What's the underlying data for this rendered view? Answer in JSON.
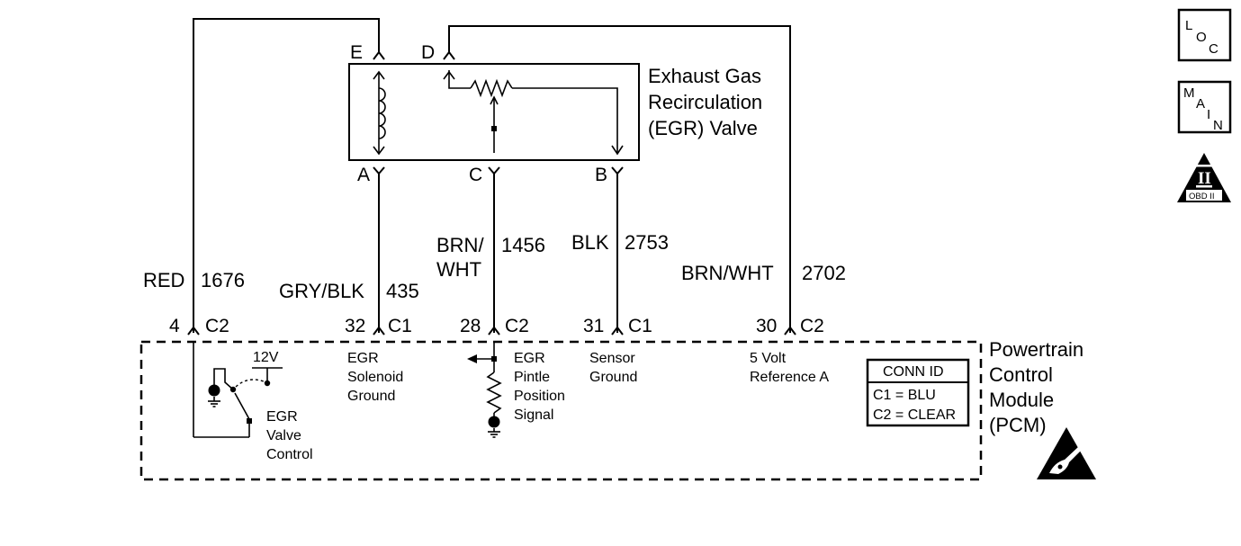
{
  "component": {
    "name_lines": [
      "Exhaust Gas",
      "Recirculation",
      "(EGR) Valve"
    ]
  },
  "valve_pins": {
    "E": "E",
    "D": "D",
    "A": "A",
    "C": "C",
    "B": "B"
  },
  "wires": [
    {
      "color": "RED",
      "circuit": "1676"
    },
    {
      "color": "GRY/BLK",
      "circuit": "435"
    },
    {
      "color_lines": [
        "BRN/",
        "WHT"
      ],
      "circuit": "1456"
    },
    {
      "color": "BLK",
      "circuit": "2753"
    },
    {
      "color": "BRN/WHT",
      "circuit": "2702"
    }
  ],
  "pcm_pins": [
    {
      "pin": "4",
      "connector": "C2"
    },
    {
      "pin": "32",
      "connector": "C1"
    },
    {
      "pin": "28",
      "connector": "C2"
    },
    {
      "pin": "31",
      "connector": "C1"
    },
    {
      "pin": "30",
      "connector": "C2"
    }
  ],
  "pcm_functions": [
    {
      "lines": [
        "EGR",
        "Valve",
        "Control"
      ]
    },
    {
      "lines": [
        "EGR",
        "Solenoid",
        "Ground"
      ]
    },
    {
      "lines": [
        "EGR",
        "Pintle",
        "Position",
        "Signal"
      ]
    },
    {
      "lines": [
        "Sensor",
        "Ground"
      ]
    },
    {
      "lines": [
        "5 Volt",
        "Reference A"
      ]
    }
  ],
  "supply_voltage": "12V",
  "pcm": {
    "name_lines": [
      "Powertrain",
      "Control",
      "Module",
      "(PCM)"
    ]
  },
  "conn_id": {
    "title": "CONN ID",
    "rows": [
      "C1 = BLU",
      "C2 = CLEAR"
    ]
  },
  "badges": {
    "loc": [
      "L",
      "O",
      "C"
    ],
    "main": [
      "M",
      "A",
      "I",
      "N"
    ],
    "obd_numeral": "II",
    "obd_label": "OBD II"
  }
}
